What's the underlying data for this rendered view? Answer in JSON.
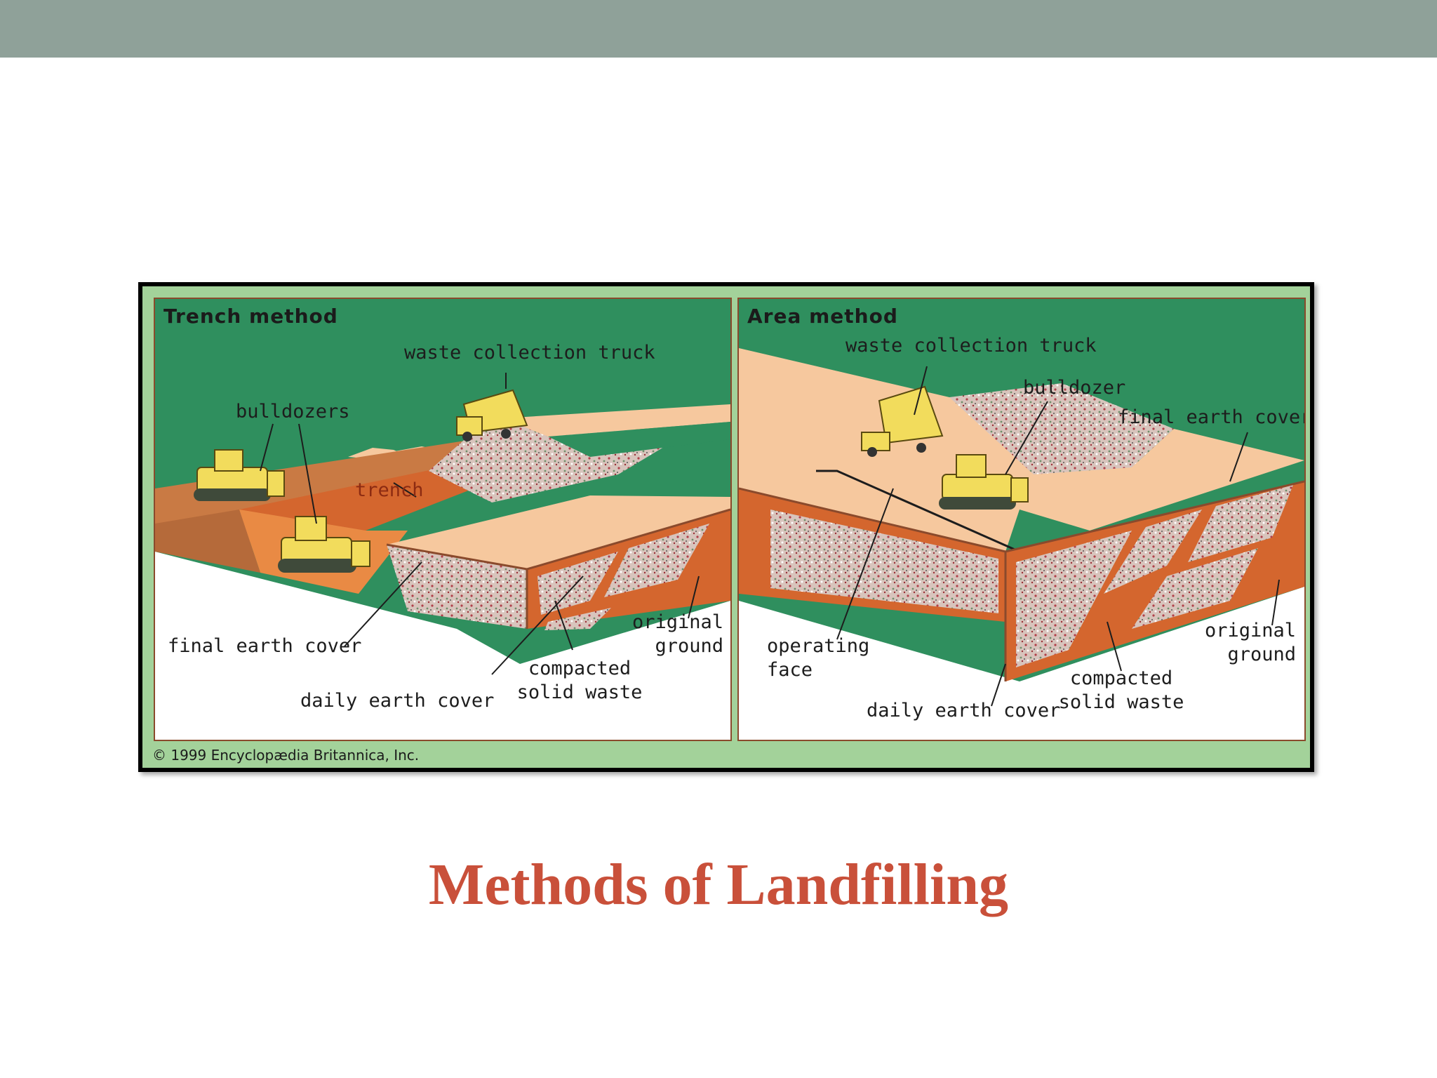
{
  "slide": {
    "title": "Methods of Landfilling"
  },
  "figure": {
    "copyright": "© 1999 Encyclopædia Britannica, Inc.",
    "trench": {
      "title": "Trench method",
      "labels": {
        "waste_collection_truck": "waste collection truck",
        "bulldozers": "bulldozers",
        "trench": "trench",
        "final_earth_cover": "final earth cover",
        "daily_earth_cover": "daily earth cover",
        "compacted_solid_waste_1": "compacted",
        "compacted_solid_waste_2": "solid waste",
        "original_ground_1": "original",
        "original_ground_2": "ground"
      }
    },
    "area": {
      "title": "Area method",
      "labels": {
        "waste_collection_truck": "waste collection truck",
        "bulldozer": "bulldozer",
        "final_earth_cover": "final earth cover",
        "operating_face_1": "operating",
        "operating_face_2": "face",
        "daily_earth_cover": "daily earth cover",
        "compacted_solid_waste_1": "compacted",
        "compacted_solid_waste_2": "solid waste",
        "original_ground_1": "original",
        "original_ground_2": "ground"
      }
    },
    "colors": {
      "sky_green": "#2f8f5e",
      "earth_orange": "#d4662e",
      "sand": "#f6c89e",
      "waste": "#c9a0a0",
      "frame_green": "#a3d29a",
      "machine_yellow": "#f2dc5c",
      "title_red": "#c9503a"
    }
  }
}
